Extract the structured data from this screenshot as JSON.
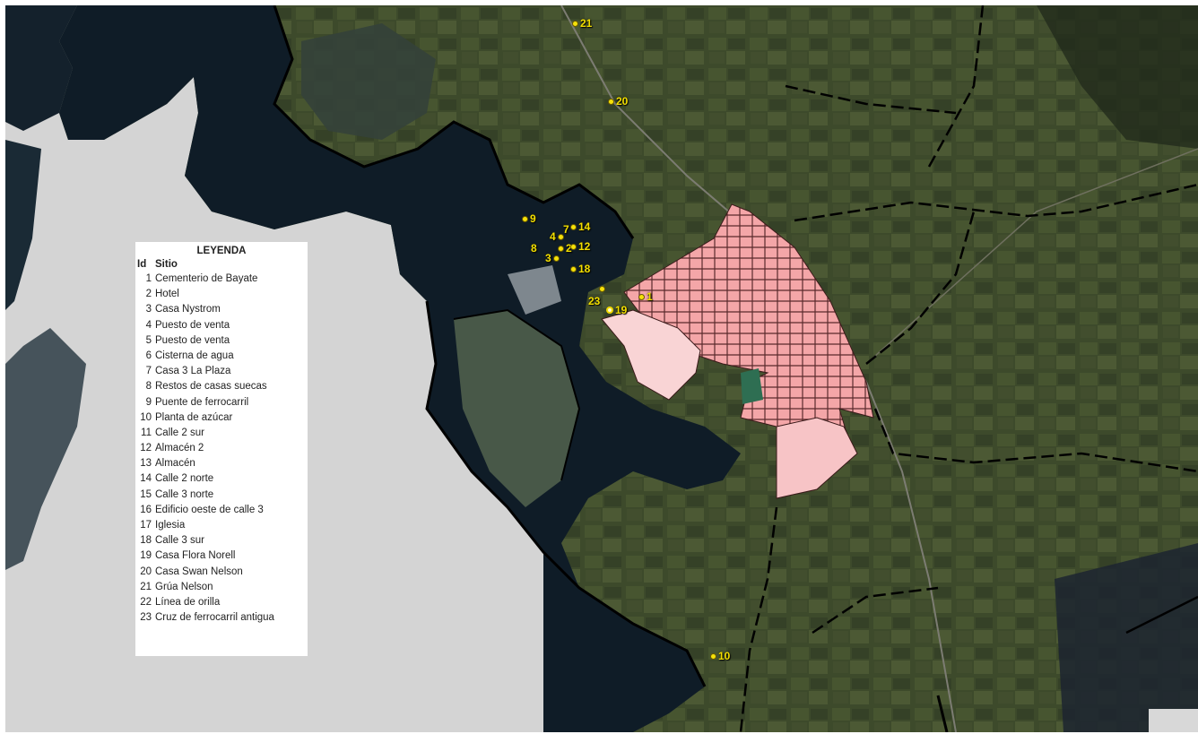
{
  "legend": {
    "title": "LEYENDA",
    "columns": {
      "id": "Id",
      "site": "Sitio"
    },
    "items": [
      {
        "id": "1",
        "name": "Cementerio de Bayate"
      },
      {
        "id": "2",
        "name": "Hotel"
      },
      {
        "id": "3",
        "name": "Casa Nystrom"
      },
      {
        "id": "4",
        "name": "Puesto de venta"
      },
      {
        "id": "5",
        "name": "Puesto de venta"
      },
      {
        "id": "6",
        "name": "Cisterna de agua"
      },
      {
        "id": "7",
        "name": "Casa 3 La Plaza"
      },
      {
        "id": "8",
        "name": "Restos de casas suecas"
      },
      {
        "id": "9",
        "name": "Puente de ferrocarril"
      },
      {
        "id": "10",
        "name": "Planta de azúcar"
      },
      {
        "id": "11",
        "name": "Calle 2 sur"
      },
      {
        "id": "12",
        "name": "Almacén 2"
      },
      {
        "id": "13",
        "name": "Almacén"
      },
      {
        "id": "14",
        "name": "Calle 2 norte"
      },
      {
        "id": "15",
        "name": "Calle 3 norte"
      },
      {
        "id": "16",
        "name": "Edificio oeste de calle 3"
      },
      {
        "id": "17",
        "name": "Iglesia"
      },
      {
        "id": "18",
        "name": "Calle 3 sur"
      },
      {
        "id": "19",
        "name": "Casa Flora Norell"
      },
      {
        "id": "20",
        "name": "Casa Swan Nelson"
      },
      {
        "id": "21",
        "name": "Grúa Nelson"
      },
      {
        "id": "22",
        "name": "Línea de orilla"
      },
      {
        "id": "23",
        "name": "Cruz de ferrocarril antigua"
      }
    ]
  },
  "markers": {
    "m21": "21",
    "m20": "20",
    "m9": "9",
    "m4": "4",
    "m7": "7",
    "m14": "14",
    "m8": "8",
    "m2": "2",
    "m12": "12",
    "m3": "3",
    "m18": "18",
    "m1": "1",
    "m23": "23",
    "m19": "19",
    "m10": "10"
  },
  "colors": {
    "marker": "#f5e10a",
    "town_fill": "#f4a6a8",
    "town_light_fill": "#f9d4d5",
    "water": "#0f1c27",
    "land": "#3d4a2e",
    "nodata": "#d6d6d6",
    "boundary": "#000000"
  }
}
